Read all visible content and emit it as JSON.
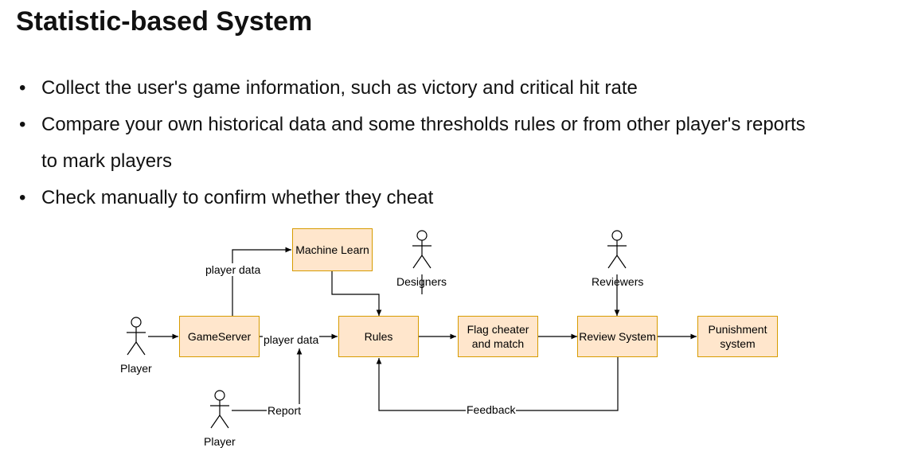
{
  "slide": {
    "title": "Statistic-based System",
    "bullets": [
      "Collect the user's game information, such as victory and critical hit rate",
      "Compare your own historical data and some thresholds rules or from other player's reports",
      "to mark players",
      "Check manually to confirm whether they cheat"
    ]
  },
  "diagram": {
    "boxes": {
      "machine_learn": "Machine Learn",
      "gameserver": "GameServer",
      "rules": "Rules",
      "flag_line1": "Flag cheater",
      "flag_line2": "and match",
      "review": "Review System",
      "punish_line1": "Punishment",
      "punish_line2": "system"
    },
    "actors": {
      "player1": "Player",
      "player2": "Player",
      "designers": "Designers",
      "reviewers": "Reviewers"
    },
    "edges": {
      "player_data_top": "player data",
      "player_data_mid": "player data",
      "report": "Report",
      "feedback": "Feedback"
    },
    "colors": {
      "box_fill": "#ffe6cc",
      "box_border": "#d79b00"
    }
  }
}
